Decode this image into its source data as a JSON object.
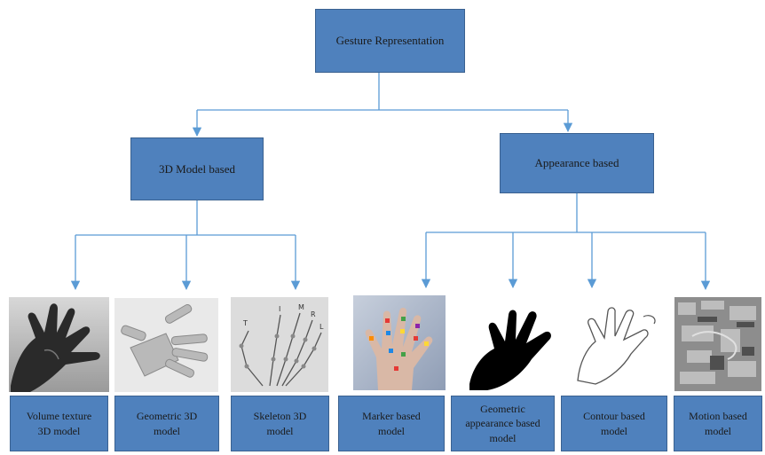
{
  "root": {
    "label": "Gesture Representation"
  },
  "branches": [
    {
      "label": "3D Model based"
    },
    {
      "label": "Appearance based"
    }
  ],
  "leaves": [
    {
      "label": "Volume texture 3D model"
    },
    {
      "label": "Geometric 3D model"
    },
    {
      "label": "Skeleton 3D model"
    },
    {
      "label": "Marker based model"
    },
    {
      "label": "Geometric appearance based model"
    },
    {
      "label": "Contour based model"
    },
    {
      "label": "Motion based model"
    }
  ],
  "skeleton_finger_letters": [
    "T",
    "I",
    "M",
    "R",
    "L"
  ],
  "colors": {
    "box_fill": "#4f81bd",
    "box_border": "#3a6190",
    "connector": "#5b9bd5",
    "text": "#1a1a1a"
  }
}
